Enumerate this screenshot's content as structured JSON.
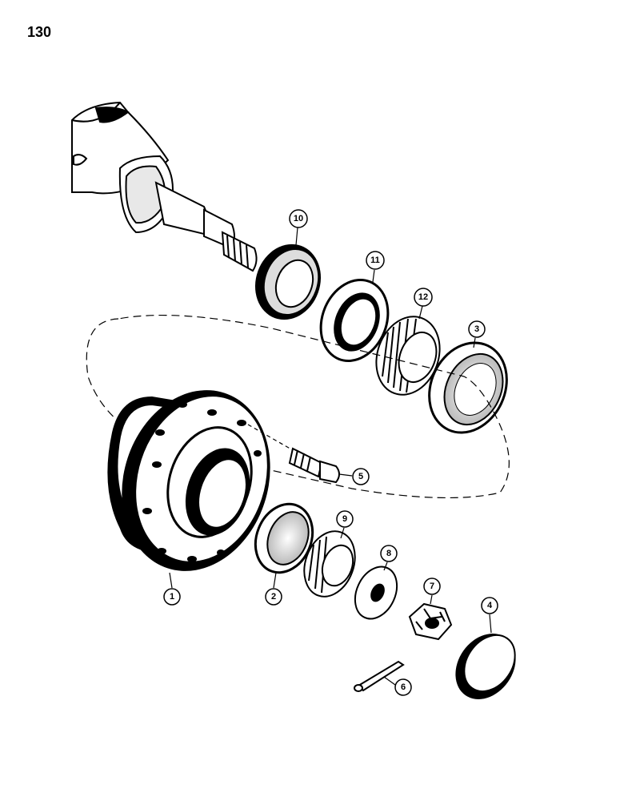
{
  "page": {
    "number": "130"
  },
  "callouts": [
    {
      "id": "1",
      "label": "1"
    },
    {
      "id": "2",
      "label": "2"
    },
    {
      "id": "3",
      "label": "3"
    },
    {
      "id": "4",
      "label": "4"
    },
    {
      "id": "5",
      "label": "5"
    },
    {
      "id": "6",
      "label": "6"
    },
    {
      "id": "7",
      "label": "7"
    },
    {
      "id": "8",
      "label": "8"
    },
    {
      "id": "9",
      "label": "9"
    },
    {
      "id": "10",
      "label": "10"
    },
    {
      "id": "11",
      "label": "11"
    },
    {
      "id": "12",
      "label": "12"
    }
  ],
  "colors": {
    "ink": "#000000",
    "paper": "#ffffff"
  }
}
